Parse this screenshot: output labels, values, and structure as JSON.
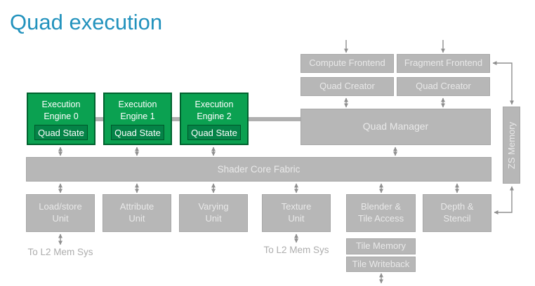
{
  "title": "Quad execution",
  "colors": {
    "title": "#2292bd",
    "box_gray": "#b7b7b7",
    "box_text": "#e9e9e9",
    "green_fill": "#0ba151",
    "green_border": "#00622e",
    "quad_state_fill": "#048347",
    "arrow": "#8f8f8f",
    "muted_text": "#adadad"
  },
  "diagram": {
    "compute_frontend": "Compute Frontend",
    "fragment_frontend": "Fragment Frontend",
    "quad_creator_left": "Quad Creator",
    "quad_creator_right": "Quad Creator",
    "quad_manager": "Quad Manager",
    "zs_memory": "ZS Memory",
    "engines": [
      {
        "line1": "Execution",
        "line2": "Engine 0",
        "sub": "Quad State"
      },
      {
        "line1": "Execution",
        "line2": "Engine 1",
        "sub": "Quad State"
      },
      {
        "line1": "Execution",
        "line2": "Engine 2",
        "sub": "Quad State"
      }
    ],
    "shader_core_fabric": "Shader Core Fabric",
    "units": [
      {
        "line1": "Load/store",
        "line2": "Unit"
      },
      {
        "line1": "Attribute",
        "line2": "Unit"
      },
      {
        "line1": "Varying",
        "line2": "Unit"
      },
      {
        "line1": "Texture",
        "line2": "Unit"
      },
      {
        "line1": "Blender &",
        "line2": "Tile Access"
      },
      {
        "line1": "Depth &",
        "line2": "Stencil"
      }
    ],
    "tile_memory": "Tile Memory",
    "tile_writeback": "Tile Writeback",
    "l2_label_left": "To L2 Mem Sys",
    "l2_label_right": "To L2 Mem Sys"
  }
}
